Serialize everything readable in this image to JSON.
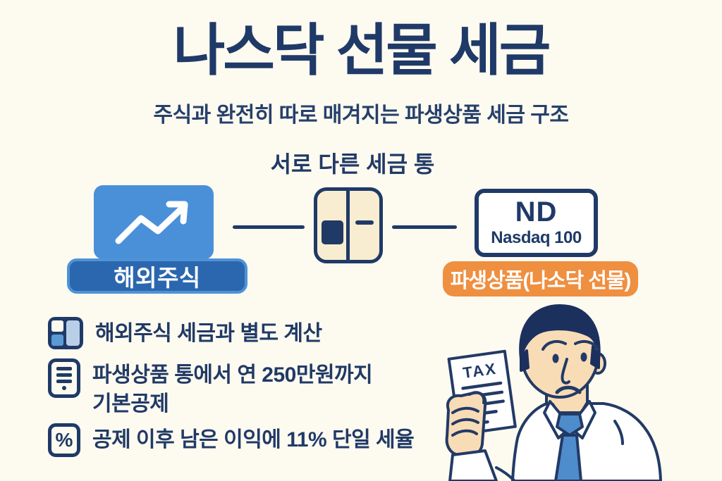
{
  "colors": {
    "background": "#FDFAF0",
    "navy": "#1F3A67",
    "light_blue": "#4A90D8",
    "dark_blue": "#2B67AE",
    "pill_border_blue": "#4E93D6",
    "orange": "#EF8F40",
    "cream_bin": "#F8EDD0",
    "skin": "#F8DCB6",
    "tie_blue": "#4E8CCB"
  },
  "header": {
    "title": "나스닥 선물 세금",
    "subtitle": "주식과 완전히 따로 매겨지는 파생상품 세금 구조"
  },
  "diagram": {
    "caption": "서로 다른 세금 통",
    "left_box": {
      "icon": "trending-up-chart",
      "label": "해외주식"
    },
    "center_icon": "two-slot-tax-bins",
    "right_box": {
      "ticker": "ND",
      "index_name": "Nasdaq 100",
      "label": "파생상품(나소닥 선물)"
    }
  },
  "bullets": [
    {
      "icon": "layout-grid",
      "lines": [
        "해외주식 세금과 별도 계산"
      ]
    },
    {
      "icon": "document-list",
      "lines": [
        "파생상품 통에서 연 250만원까지",
        "기본공제"
      ]
    },
    {
      "icon": "percent-badge",
      "glyph": "%",
      "lines": [
        "공제 이후 남은 이익에 11% 단일 세율"
      ]
    }
  ],
  "illustration": {
    "description": "worried man in white shirt and blue tie holding a TAX document",
    "paper_label": "TAX"
  }
}
